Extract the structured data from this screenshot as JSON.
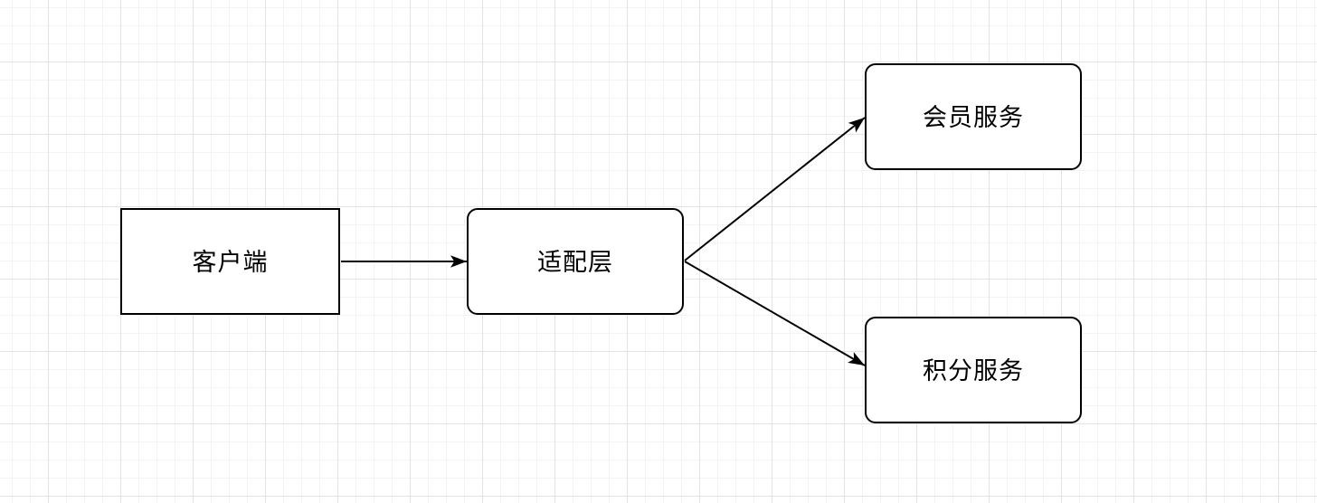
{
  "diagram": {
    "title": "service-adapter-flow",
    "nodes": [
      {
        "id": "client",
        "label": "客户端",
        "shape": "rectangle"
      },
      {
        "id": "adapter",
        "label": "适配层",
        "shape": "rounded-rectangle"
      },
      {
        "id": "member-service",
        "label": "会员服务",
        "shape": "rounded-rectangle"
      },
      {
        "id": "points-service",
        "label": "积分服务",
        "shape": "rounded-rectangle"
      }
    ],
    "edges": [
      {
        "from": "client",
        "to": "adapter",
        "style": "solid",
        "arrowhead": "filled-triangle"
      },
      {
        "from": "adapter",
        "to": "member-service",
        "style": "solid",
        "arrowhead": "filled-triangle"
      },
      {
        "from": "adapter",
        "to": "points-service",
        "style": "solid",
        "arrowhead": "filled-triangle"
      }
    ],
    "colors": {
      "stroke": "#000000",
      "node_fill": "#ffffff",
      "text": "#000000",
      "canvas_background": "#ffffff",
      "grid_minor": "#f4f3f3",
      "grid_major": "#e3e3e3"
    }
  }
}
